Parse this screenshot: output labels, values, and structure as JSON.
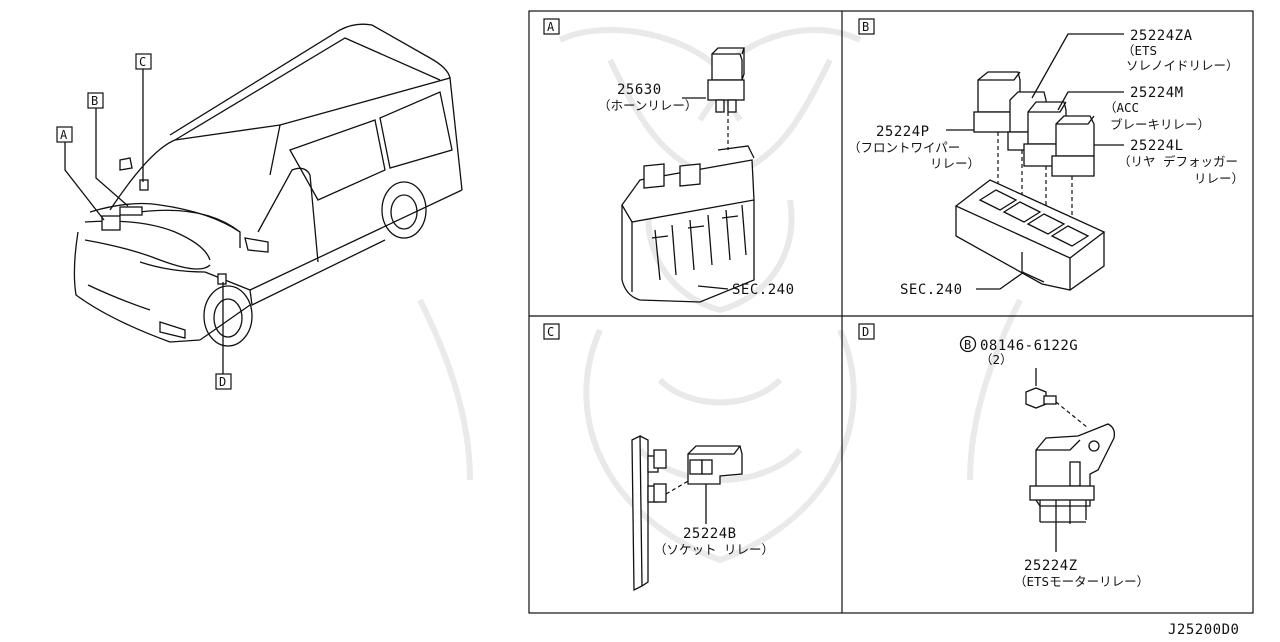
{
  "diagram_code": "J25200D0",
  "callouts": [
    "A",
    "B",
    "C",
    "D"
  ],
  "panel_a": {
    "letter": "A",
    "part_number": "25630",
    "part_name": "（ホーンリレー）",
    "section_ref": "SEC.240"
  },
  "panel_b": {
    "letter": "B",
    "parts": [
      {
        "number": "25224ZA",
        "name_line1": "（ETS",
        "name_line2": "ソレノイドリレー）"
      },
      {
        "number": "25224M",
        "name_line1": "（ACC",
        "name_line2": "ブレーキリレー）"
      },
      {
        "number": "25224P",
        "name_line1": "（フロントワイパー",
        "name_line2": "リレー）"
      },
      {
        "number": "25224L",
        "name_line1": "（リヤ デフォッガー",
        "name_line2": "リレー）"
      }
    ],
    "section_ref": "SEC.240"
  },
  "panel_c": {
    "letter": "C",
    "part_number": "25224B",
    "part_name": "（ソケット リレー）"
  },
  "panel_d": {
    "letter": "D",
    "bolt_prefix": "B",
    "bolt_number": "08146-6122G",
    "bolt_qty": "（2）",
    "part_number": "25224Z",
    "part_name": "（ETSモーターリレー）"
  }
}
